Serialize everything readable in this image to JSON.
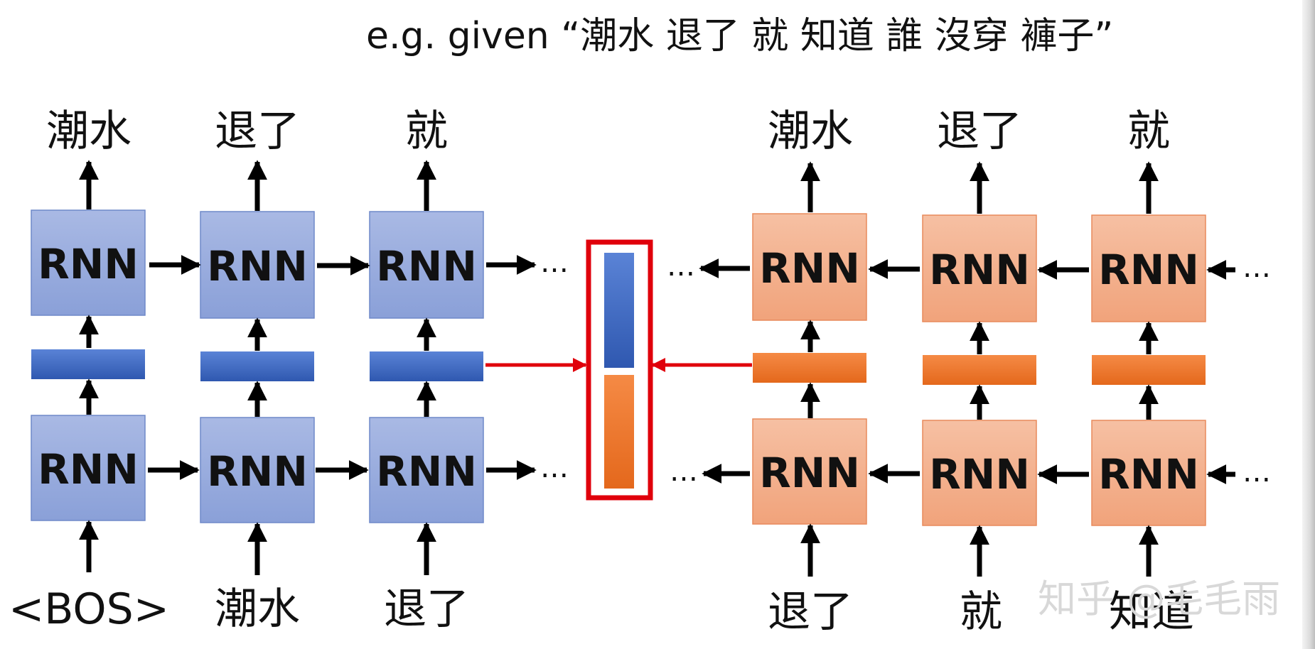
{
  "title": "e.g. given “潮水 退了 就 知道 誰 沒穿 褲子”",
  "rnn_label": "RNN",
  "ellipsis": "…",
  "forward": {
    "outputs": [
      "潮水",
      "退了",
      "就"
    ],
    "inputs": [
      "<BOS>",
      "潮水",
      "退了"
    ]
  },
  "backward": {
    "outputs": [
      "潮水",
      "退了",
      "就"
    ],
    "inputs": [
      "退了",
      "就",
      "知道"
    ]
  },
  "watermark": "知乎 @毛毛雨",
  "colors": {
    "forward_box": "#93a8dc",
    "forward_bar": "#3f6bc4",
    "backward_box": "#f3ad88",
    "backward_bar": "#ef7a2e",
    "concat_border": "#e0000b",
    "arrow": "#000000"
  }
}
